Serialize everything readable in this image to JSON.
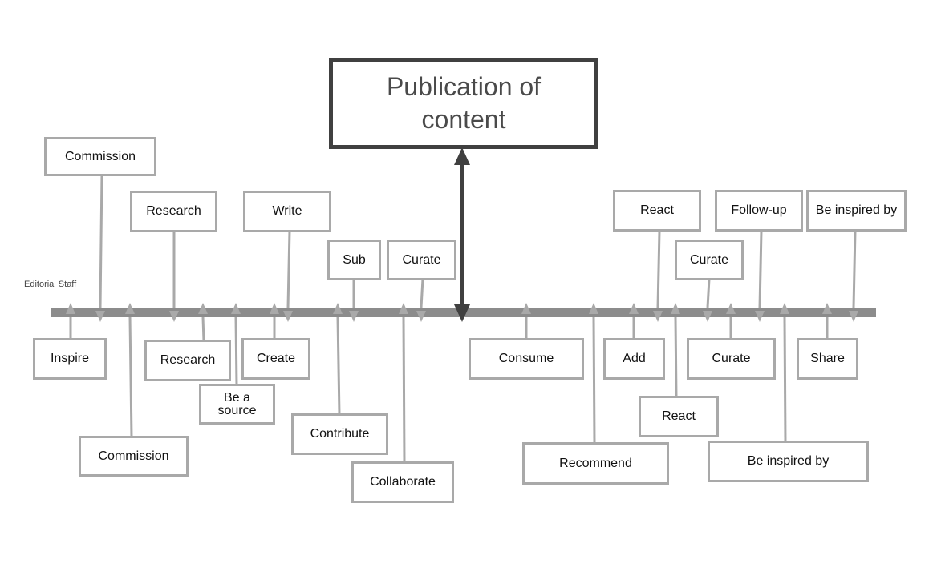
{
  "title": "Publication of content",
  "side_label": "Editorial Staff",
  "top_labels": {
    "commission": "Commission",
    "research": "Research",
    "write": "Write",
    "sub": "Sub",
    "curate_left": "Curate",
    "react": "React",
    "follow_up": "Follow-up",
    "be_inspired_by": "Be inspired by",
    "curate_right": "Curate"
  },
  "bottom_labels": {
    "inspire": "Inspire",
    "research": "Research",
    "create": "Create",
    "be_a_source": "Be a\nsource",
    "commission": "Commission",
    "contribute": "Contribute",
    "collaborate": "Collaborate",
    "consume": "Consume",
    "add": "Add",
    "curate": "Curate",
    "share": "Share",
    "react": "React",
    "recommend": "Recommend",
    "be_inspired_by": "Be inspired by"
  },
  "colors": {
    "line": "#8c8c8c",
    "arrow": "#a9a9a9",
    "box_border": "#a9a9a9",
    "title_border": "#404040"
  }
}
